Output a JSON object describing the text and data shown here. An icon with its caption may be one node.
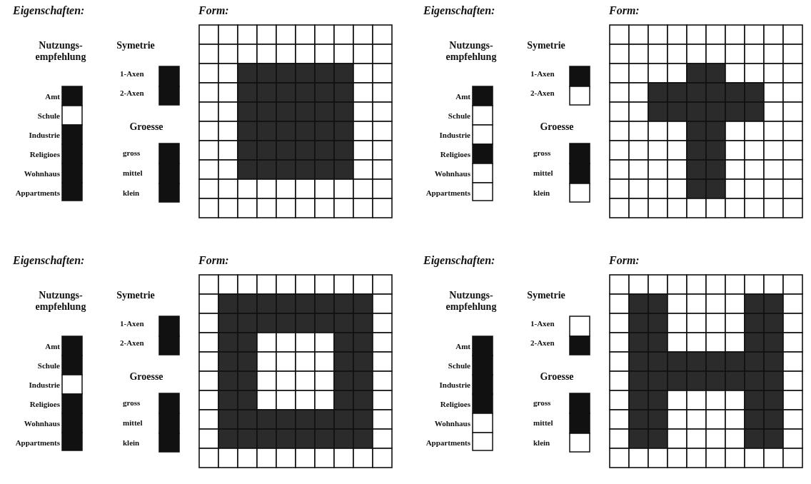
{
  "diagram": {
    "labels": [
      "Eigenschaften:",
      "Form:",
      "Nutzungs-empfehlung",
      "Amt",
      "Schule",
      "Industrie",
      "Religioes",
      "Wohnhaus",
      "Appartments",
      "Symetrie",
      "1-Axen",
      "2-Axen",
      "Groesse",
      "gross",
      "mittel",
      "klein",
      "Eigenschaften:",
      "Form:",
      "Nutzungs-empfehlung",
      "Amt",
      "Schule",
      "Industrie",
      "Religioes",
      "Wohnhaus",
      "Appartments",
      "Symetrie",
      "1-Axen",
      "2-Axen",
      "Groesse",
      "gross",
      "mittel",
      "klein",
      "Eigenschaften:",
      "Form:",
      "Nutzungs-empfehlung",
      "Amt",
      "Schule",
      "Industrie",
      "Religioes",
      "Wohnhaus",
      "Appartments",
      "Symetrie",
      "1-Axen",
      "2-Axen",
      "Groesse",
      "gross",
      "mittel",
      "klein",
      "Eigenschaften:",
      "Form:",
      "Nutzungs-empfehlung",
      "Amt",
      "Schule",
      "Industrie",
      "Religioes",
      "Wohnhaus",
      "Appartments",
      "Symetrie",
      "1-Axen",
      "2-Axen",
      "Groesse",
      "gross",
      "mittel",
      "klein"
    ]
  }
}
